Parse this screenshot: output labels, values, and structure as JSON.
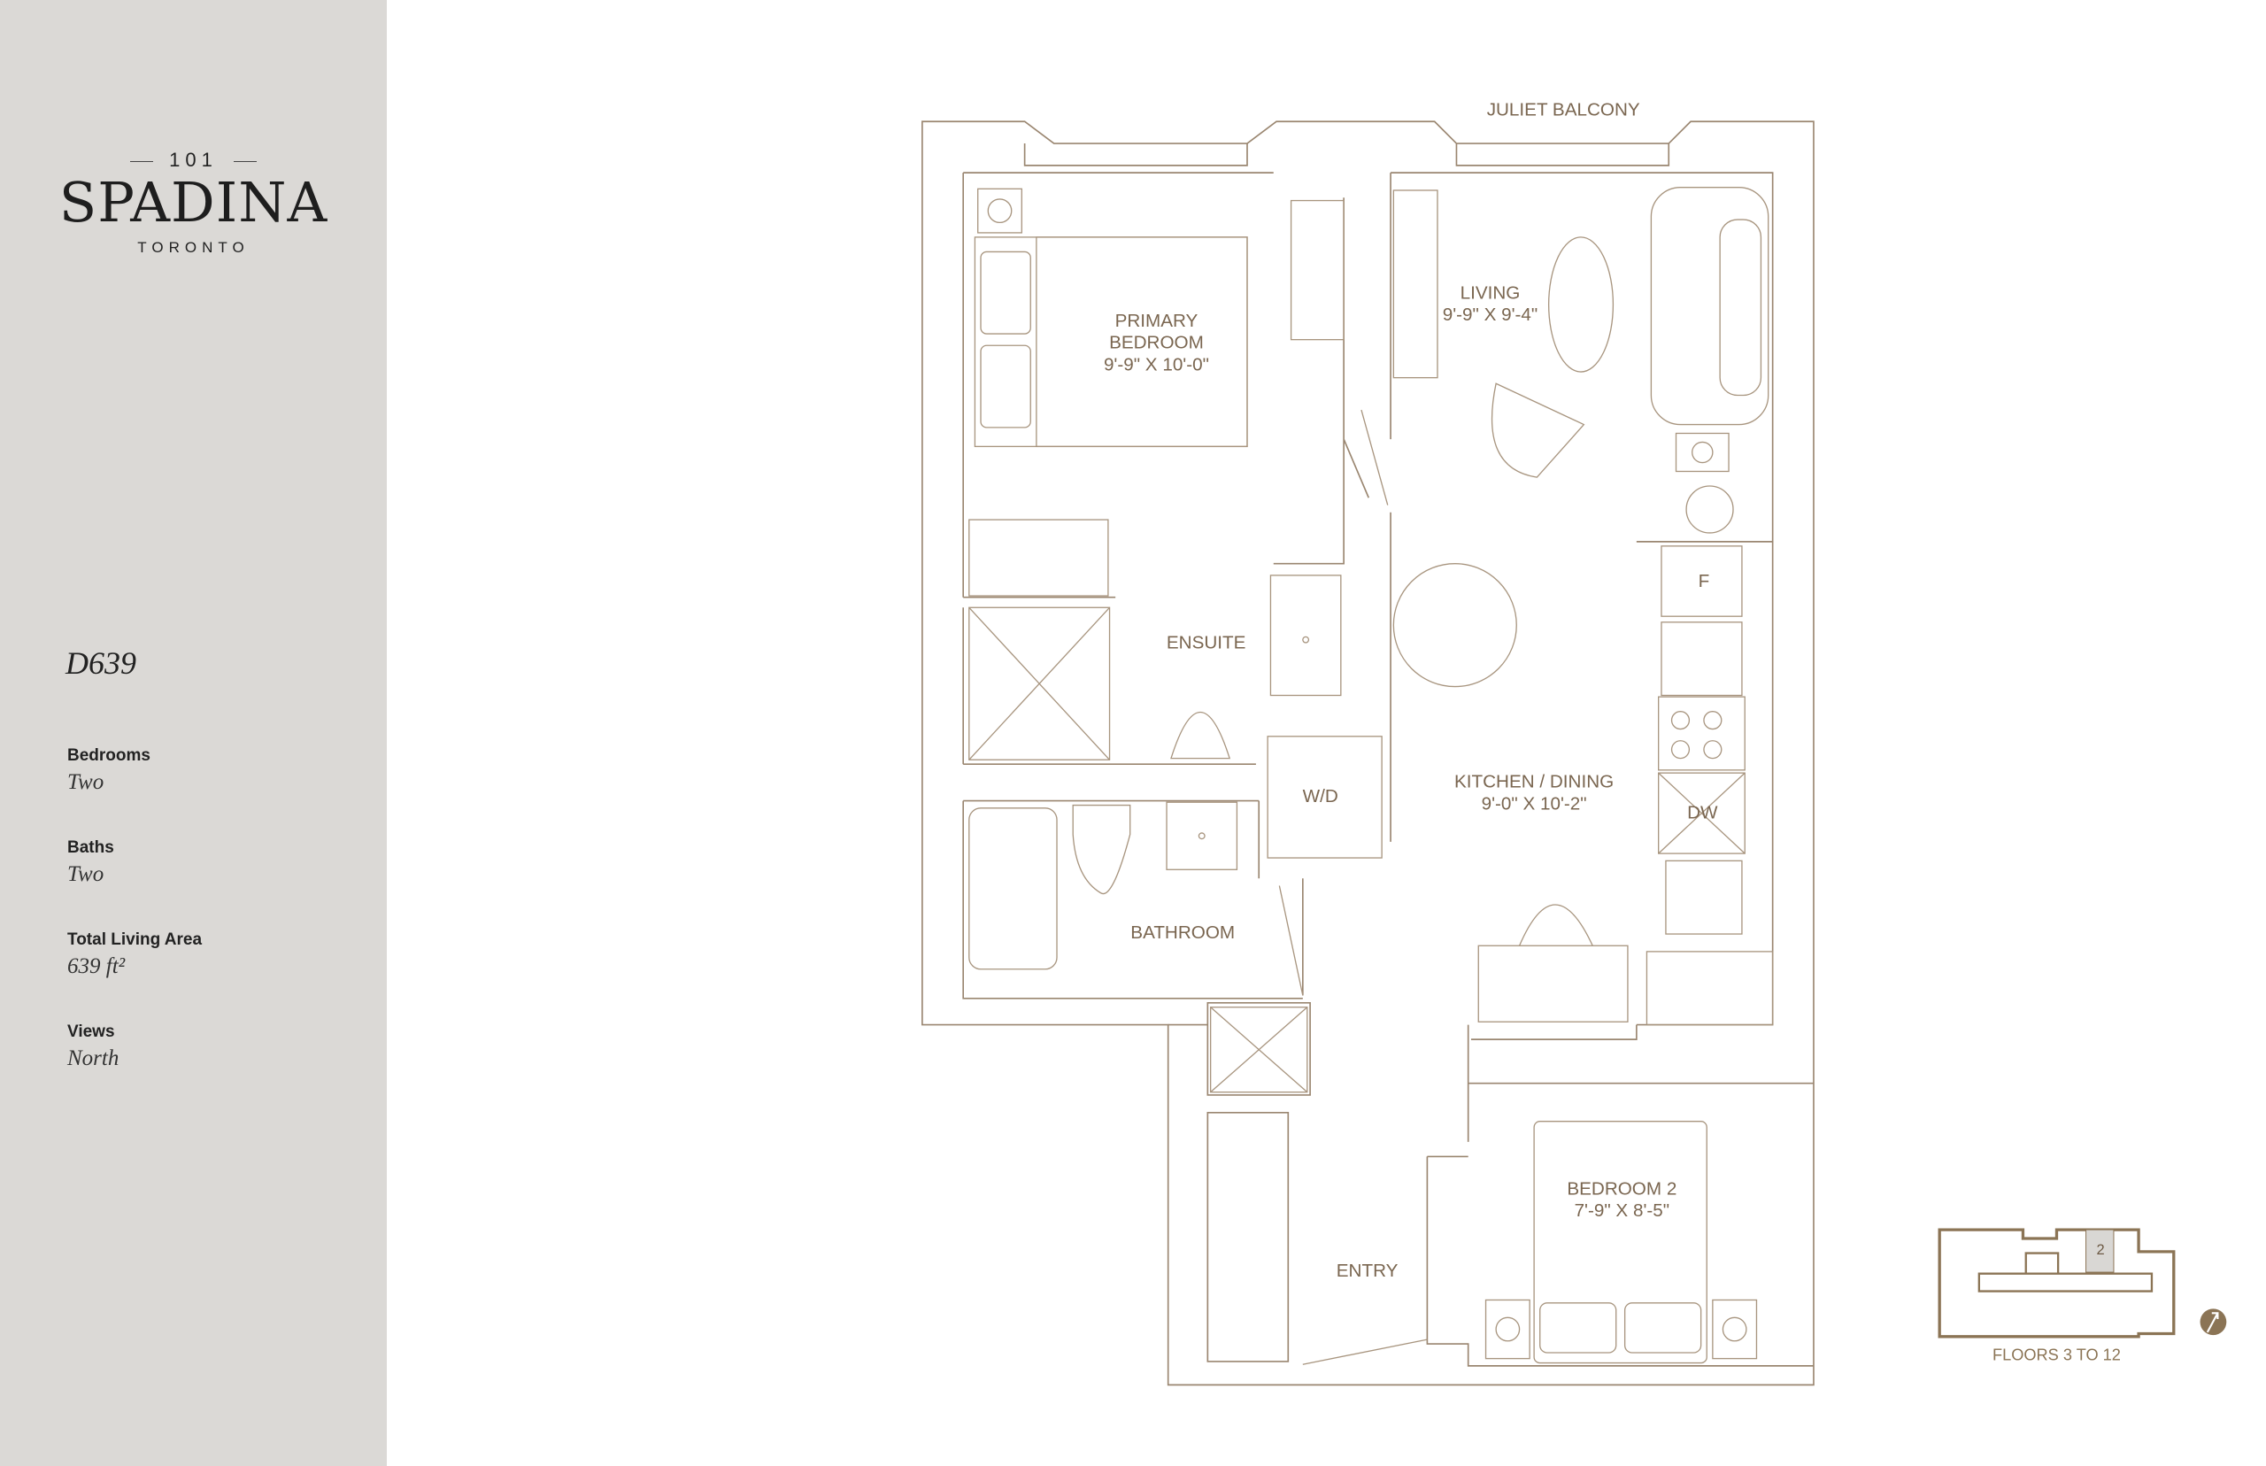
{
  "brand": {
    "number": "101",
    "name": "SPADINA",
    "city": "TORONTO"
  },
  "unit": {
    "model": "D639",
    "specs": [
      {
        "label": "Bedrooms",
        "value": "Two"
      },
      {
        "label": "Baths",
        "value": "Two"
      },
      {
        "label": "Total Living Area",
        "value": "639 ft²"
      },
      {
        "label": "Views",
        "value": "North"
      }
    ]
  },
  "plan": {
    "balcony": "JULIET BALCONY",
    "rooms": {
      "primary_bedroom": {
        "name1": "PRIMARY",
        "name2": "BEDROOM",
        "dims": "9'-9\" X 10'-0\""
      },
      "living": {
        "name": "LIVING",
        "dims": "9'-9\" X 9'-4\""
      },
      "ensuite": {
        "name": "ENSUITE"
      },
      "kitchen": {
        "name": "KITCHEN / DINING",
        "dims": "9'-0\" X 10'-2\""
      },
      "bathroom": {
        "name": "BATHROOM"
      },
      "bedroom2": {
        "name": "BEDROOM 2",
        "dims": "7'-9\" X 8'-5\""
      },
      "entry": {
        "name": "ENTRY"
      }
    },
    "appliances": {
      "fridge": "F",
      "dishwasher": "DW",
      "washer_dryer": "W/D"
    }
  },
  "keyplan": {
    "unit_marker": "2",
    "floors": "FLOORS 3 TO 12",
    "compass": "north-arrow"
  },
  "colors": {
    "sidebar": "#dbd9d6",
    "line": "#9a8670",
    "accent": "#8b7455"
  }
}
